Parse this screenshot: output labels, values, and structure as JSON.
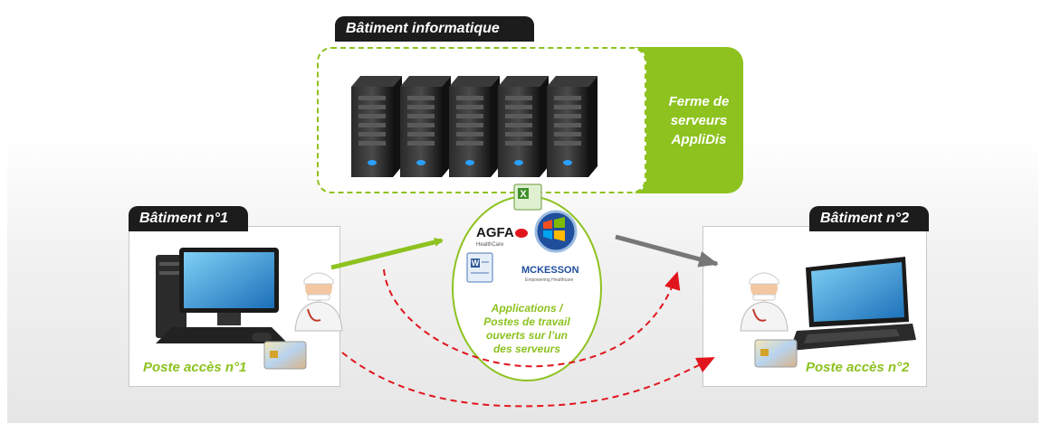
{
  "buildings": {
    "it": {
      "label": "Bâtiment informatique"
    },
    "b1": {
      "label": "Bâtiment n°1",
      "poste": "Poste accès n°1"
    },
    "b2": {
      "label": "Bâtiment n°2",
      "poste": "Poste accès n°2"
    }
  },
  "farm": {
    "label_lines": [
      "Ferme de",
      "serveurs",
      "AppliDis"
    ],
    "server_count": 5
  },
  "apps": {
    "text_lines": [
      "Applications /",
      "Postes de travail",
      "ouverts sur l’un",
      "des serveurs"
    ],
    "logos": {
      "agfa": "AGFA",
      "agfa_sub": "HealthCare",
      "mckesson": "MCKESSON",
      "mckesson_sub": "Empowering Healthcare"
    }
  },
  "colors": {
    "green": "#8dc21f",
    "arrow_gray": "#777777",
    "dashed_red": "#e0151d",
    "tag_black": "#1c1c1c"
  },
  "icons": [
    "server-icon",
    "desktop-computer-icon",
    "laptop-icon",
    "doctor-icon",
    "smart-card-icon",
    "excel-icon",
    "word-icon",
    "windows7-icon"
  ]
}
